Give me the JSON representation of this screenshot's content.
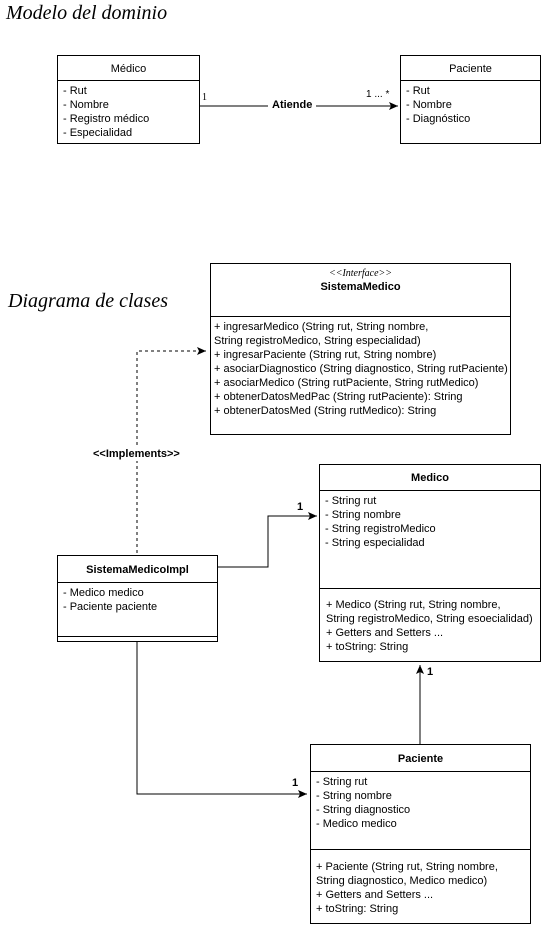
{
  "domain_model": {
    "title": "Modelo del dominio",
    "medico": {
      "name": "Médico",
      "attributes": [
        "- Rut",
        "- Nombre",
        "- Registro médico",
        "- Especialidad"
      ]
    },
    "paciente": {
      "name": "Paciente",
      "attributes": [
        "- Rut",
        "- Nombre",
        "- Diagnóstico"
      ]
    },
    "association": {
      "label": "Atiende",
      "source_multiplicity": "1",
      "target_multiplicity": "1 ... *"
    }
  },
  "class_diagram": {
    "title": "Diagrama de clases",
    "interface": {
      "stereotype": "<<Interface>>",
      "name": "SistemaMedico",
      "methods": [
        "+ ingresarMedico (String rut, String nombre,",
        "String registroMedico, String especialidad)",
        "+ ingresarPaciente (String rut, String nombre)",
        "+ asociarDiagnostico (String diagnostico, String rutPaciente)",
        "+ asociarMedico (String rutPaciente, String rutMedico)",
        "+ obtenerDatosMedPac (String rutPaciente): String",
        "+ obtenerDatosMed (String rutMedico): String"
      ]
    },
    "implements_label": "<<Implements>>",
    "impl": {
      "name": "SistemaMedicoImpl",
      "attributes": [
        "- Medico medico",
        "- Paciente paciente"
      ]
    },
    "medico": {
      "name": "Medico",
      "attributes": [
        "- String rut",
        "- String nombre",
        "- String registroMedico",
        "- String especialidad"
      ],
      "methods": [
        "+ Medico (String rut, String nombre,",
        "String registroMedico, String esoecialidad)",
        "+ Getters and Setters ...",
        "+ toString: String"
      ]
    },
    "paciente": {
      "name": "Paciente",
      "attributes": [
        "- String rut",
        "- String nombre",
        "- String diagnostico",
        "- Medico medico"
      ],
      "methods": [
        "+ Paciente (String rut, String nombre,",
        "String diagnostico, Medico medico)",
        "+ Getters and Setters ...",
        "+ toString: String"
      ]
    },
    "multiplicities": {
      "impl_to_medico": "1",
      "impl_to_paciente": "1",
      "paciente_to_medico": "1"
    }
  }
}
